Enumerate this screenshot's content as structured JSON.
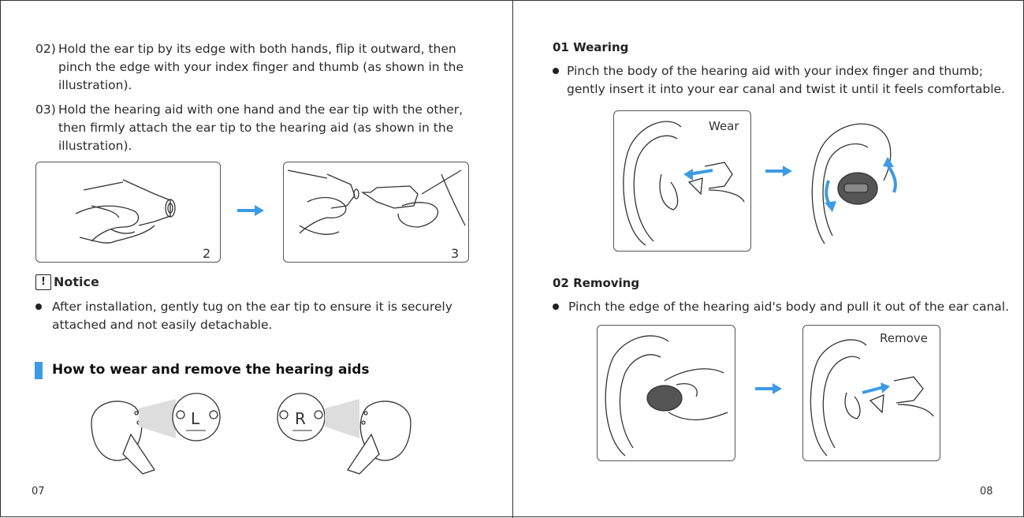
{
  "left_page": {
    "step02": {
      "number": "02)",
      "line1": "Hold the ear tip by its edge with both hands, flip it outward, then",
      "line2": "pinch the edge with your index finger and thumb (as shown in the",
      "line3": "illustration)."
    },
    "step03": {
      "number": "03)",
      "line1": "Hold the hearing aid with one hand and the ear tip with the other,",
      "line2": "then firmly attach the ear tip to the hearing aid (as shown in the",
      "line3": "illustration)."
    },
    "panel_a_number": "2",
    "panel_b_number": "3",
    "notice": {
      "icon_text": "!",
      "title": "Notice",
      "line1": "After installation, gently tug on the ear tip to ensure it is securely",
      "line2": "attached and not easily detachable."
    },
    "section_title": "How to wear and remove the hearing aids",
    "left_marker": "L",
    "right_marker": "R",
    "page_number": "07"
  },
  "right_page": {
    "wearing": {
      "heading": "01 Wearing",
      "line1": "Pinch the body of the hearing aid with your index finger and thumb;",
      "line2": "gently insert it into your ear canal and twist it until it feels comfortable.",
      "panel_label": "Wear"
    },
    "removing": {
      "heading": "02 Removing",
      "line1": "Pinch the edge of the hearing aid's body and pull it out of the ear canal.",
      "panel_label": "Remove"
    },
    "page_number": "08"
  },
  "colors": {
    "accent": "#3d9be4",
    "line": "#333333",
    "device": "#555555"
  }
}
